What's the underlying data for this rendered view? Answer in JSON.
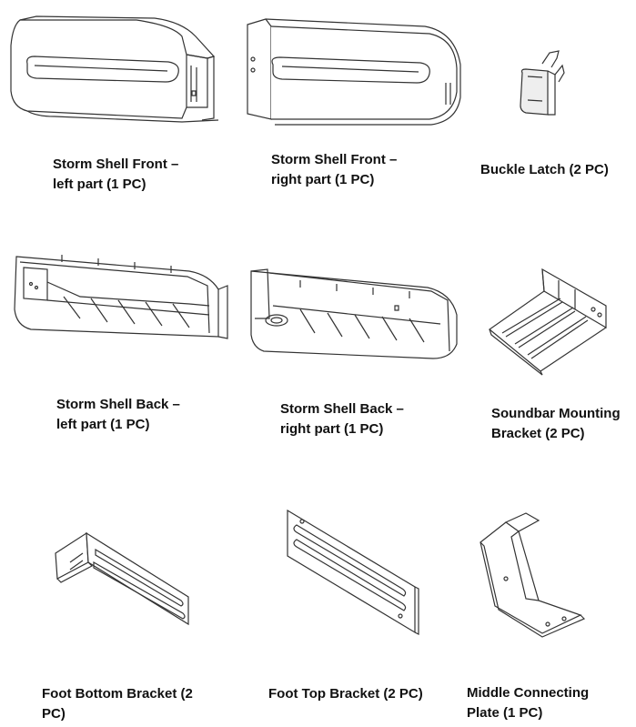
{
  "parts": [
    {
      "id": "storm-shell-front-left",
      "icon": "storm-shell-front-left-drawing",
      "lines": [
        "Storm Shell Front –",
        "left part (1 PC)"
      ]
    },
    {
      "id": "storm-shell-front-right",
      "icon": "storm-shell-front-right-drawing",
      "lines": [
        "Storm Shell Front –",
        "right part (1 PC)"
      ]
    },
    {
      "id": "buckle-latch",
      "icon": "buckle-latch-drawing",
      "lines": [
        "Buckle Latch (2 PC)"
      ]
    },
    {
      "id": "storm-shell-back-left",
      "icon": "storm-shell-back-left-drawing",
      "lines": [
        "Storm Shell Back –",
        "left part (1 PC)"
      ]
    },
    {
      "id": "storm-shell-back-right",
      "icon": "storm-shell-back-right-drawing",
      "lines": [
        "Storm Shell Back –",
        "right part (1 PC)"
      ]
    },
    {
      "id": "soundbar-mounting-bracket",
      "icon": "soundbar-mounting-bracket-drawing",
      "lines": [
        "Soundbar Mounting",
        "Bracket (2 PC)"
      ]
    },
    {
      "id": "foot-bottom-bracket",
      "icon": "foot-bottom-bracket-drawing",
      "lines": [
        "Foot Bottom Bracket (2",
        "PC)"
      ]
    },
    {
      "id": "foot-top-bracket",
      "icon": "foot-top-bracket-drawing",
      "lines": [
        "Foot Top Bracket (2 PC)"
      ]
    },
    {
      "id": "middle-connecting-plate",
      "icon": "middle-connecting-plate-drawing",
      "lines": [
        "Middle Connecting",
        "Plate (1 PC)"
      ]
    }
  ],
  "colors": {
    "line": "#333333",
    "fill": "#ffffff",
    "shade": "#e6e6e6"
  }
}
